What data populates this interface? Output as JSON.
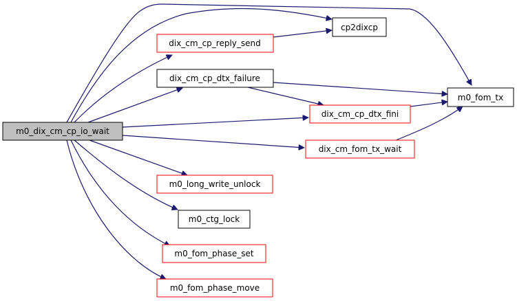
{
  "title": "Call graph of m0_dix_cm_cp_io_wait",
  "colors": {
    "edge": "#191970",
    "root_fill": "#bfbfbf",
    "root_border": "#000000",
    "linked_border": "#000000",
    "undocumented_border": "#ff0000",
    "node_fill": "#ffffff"
  },
  "nodes": [
    {
      "id": "root",
      "label": "m0_dix_cm_cp_io_wait",
      "kind": "root"
    },
    {
      "id": "cp2dixcp",
      "label": "cp2dixcp",
      "kind": "linked"
    },
    {
      "id": "reply_send",
      "label": "dix_cm_cp_reply_send",
      "kind": "undocumented"
    },
    {
      "id": "dtx_failure",
      "label": "dix_cm_cp_dtx_failure",
      "kind": "linked"
    },
    {
      "id": "fom_tx",
      "label": "m0_fom_tx",
      "kind": "linked"
    },
    {
      "id": "dtx_fini",
      "label": "dix_cm_cp_dtx_fini",
      "kind": "undocumented"
    },
    {
      "id": "fom_tx_wait",
      "label": "dix_cm_fom_tx_wait",
      "kind": "undocumented"
    },
    {
      "id": "long_write_unlock",
      "label": "m0_long_write_unlock",
      "kind": "undocumented"
    },
    {
      "id": "ctg_lock",
      "label": "m0_ctg_lock",
      "kind": "linked"
    },
    {
      "id": "fom_phase_set",
      "label": "m0_fom_phase_set",
      "kind": "undocumented"
    },
    {
      "id": "fom_phase_move",
      "label": "m0_fom_phase_move",
      "kind": "undocumented"
    }
  ],
  "edges": [
    {
      "from": "root",
      "to": "cp2dixcp"
    },
    {
      "from": "root",
      "to": "fom_tx"
    },
    {
      "from": "root",
      "to": "reply_send"
    },
    {
      "from": "root",
      "to": "dtx_failure"
    },
    {
      "from": "root",
      "to": "dtx_fini"
    },
    {
      "from": "root",
      "to": "fom_tx_wait"
    },
    {
      "from": "root",
      "to": "long_write_unlock"
    },
    {
      "from": "root",
      "to": "ctg_lock"
    },
    {
      "from": "root",
      "to": "fom_phase_set"
    },
    {
      "from": "root",
      "to": "fom_phase_move"
    },
    {
      "from": "reply_send",
      "to": "cp2dixcp"
    },
    {
      "from": "dtx_failure",
      "to": "fom_tx"
    },
    {
      "from": "dtx_failure",
      "to": "dtx_fini"
    },
    {
      "from": "dtx_fini",
      "to": "fom_tx"
    },
    {
      "from": "fom_tx_wait",
      "to": "fom_tx"
    }
  ]
}
